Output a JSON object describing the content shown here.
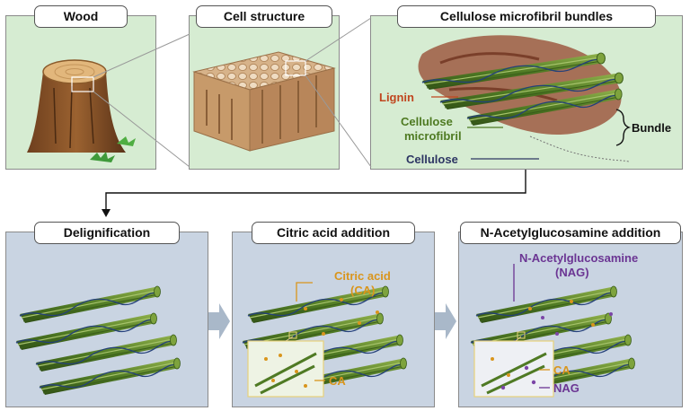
{
  "top_panels": {
    "wood": {
      "title": "Wood"
    },
    "cell": {
      "title": "Cell structure"
    },
    "bundles": {
      "title": "Cellulose microfibril bundles",
      "lignin": "Lignin",
      "microfibril_line1": "Cellulose",
      "microfibril_line2": "microfibril",
      "bundle": "Bundle",
      "cellulose": "Cellulose"
    }
  },
  "bottom_panels": {
    "delignification": {
      "title": "Delignification"
    },
    "citric": {
      "title": "Citric acid addition",
      "label_line1": "Citric acid",
      "label_line2": "(CA)",
      "inset_label": "CA"
    },
    "nag": {
      "title": "N-Acetylglucosamine addition",
      "label_line1": "N-Acetylglucosamine",
      "label_line2": "(NAG)",
      "inset_ca": "CA",
      "inset_nag": "NAG"
    }
  },
  "colors": {
    "top_panel_bg": "#d6ecd2",
    "bottom_panel_bg": "#c9d4e2",
    "lignin": "#c0461f",
    "fibril": "#4e7a22",
    "cellulose": "#2d3563",
    "citric_acid": "#d9951c",
    "nag": "#6b3593",
    "arrow": "#a9b8c9"
  }
}
